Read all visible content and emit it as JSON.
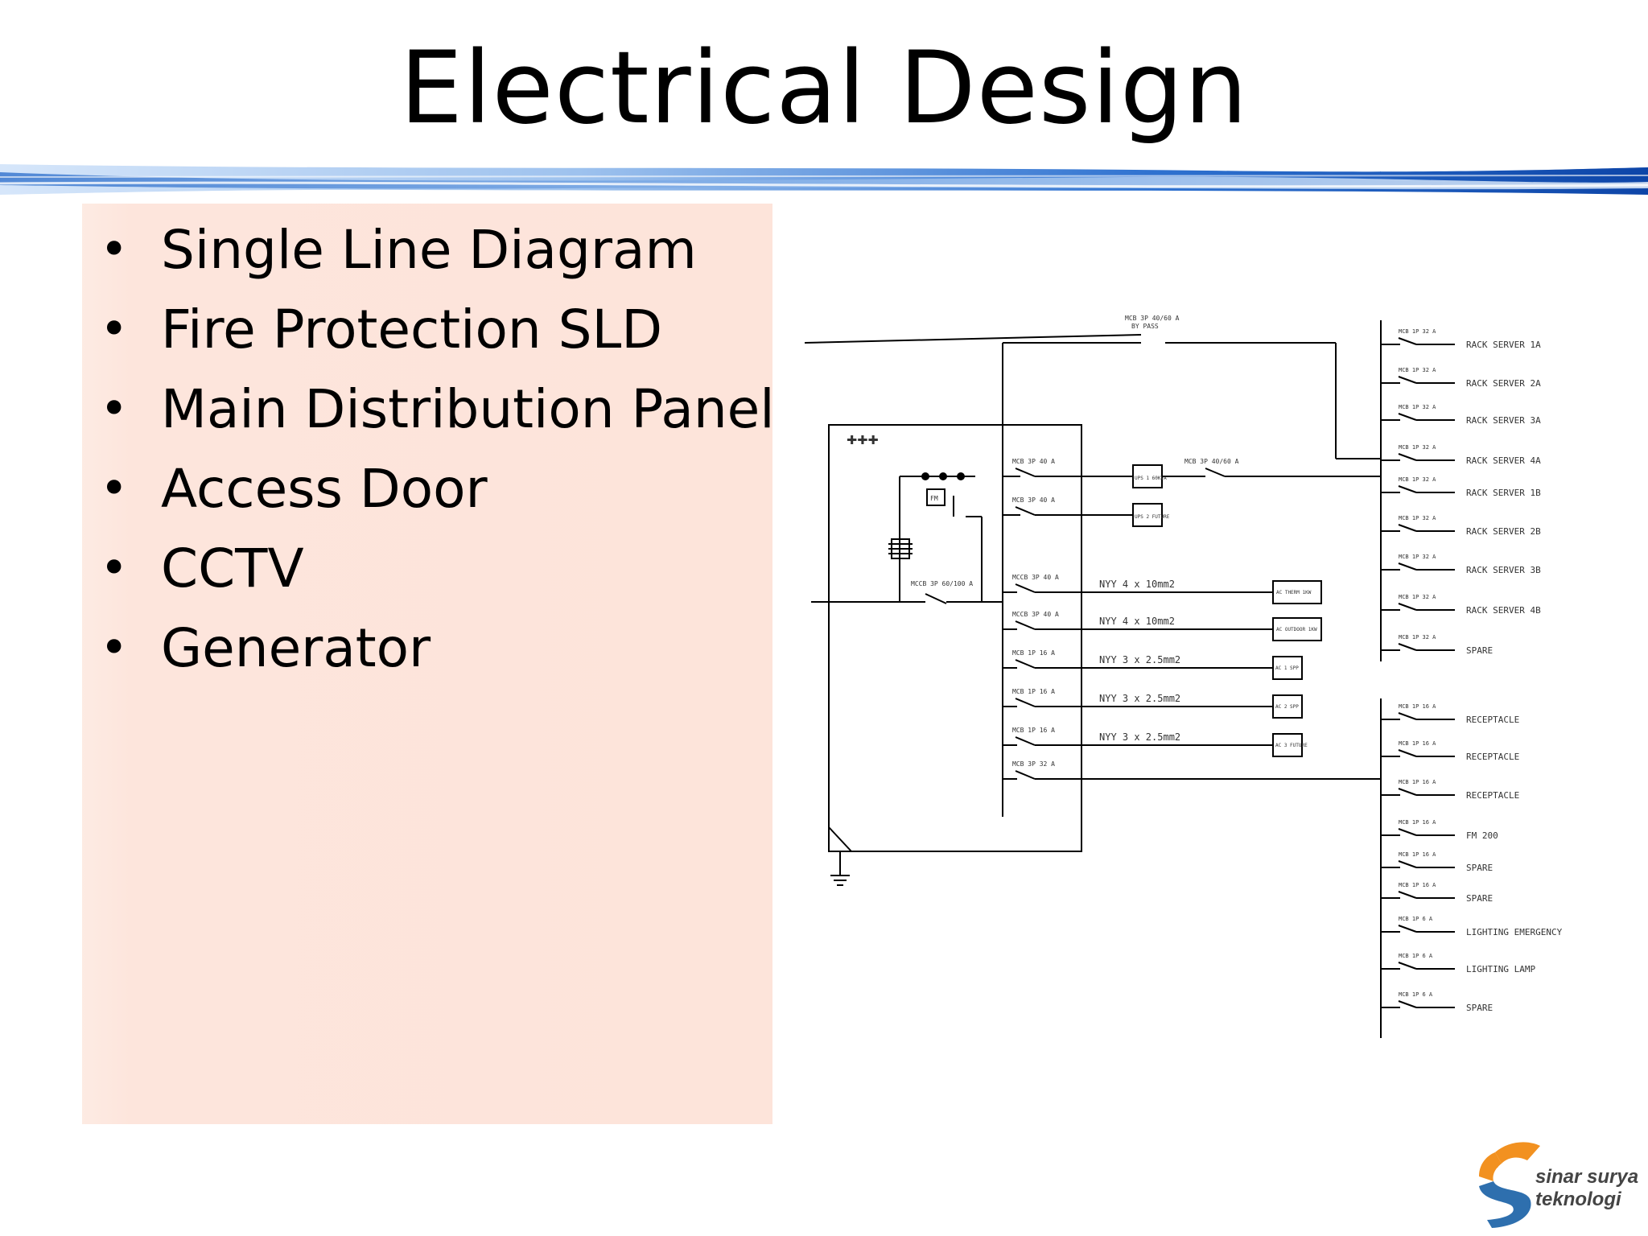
{
  "slide": {
    "title": "Electrical Design",
    "bullets": [
      "Single Line Diagram",
      "Fire Protection SLD",
      "Main Distribution Panel",
      "Access Door",
      "CCTV",
      "Generator"
    ]
  },
  "diagram": {
    "top_breaker_label": "MCB 3P 40/60 A",
    "top_breaker_sub": "BY PASS",
    "main_breaker_label": "MCCB 3P 60/100 A",
    "fm_label": "FM",
    "ups_breaker_label": "MCB 3P 40/60 A",
    "ups_boxes": [
      "UPS 1 60KVA",
      "UPS 2 FUTURE"
    ],
    "cables": [
      "NYY 4 x 10mm2",
      "NYY 4 x 10mm2",
      "NYY 3 x 2.5mm2",
      "NYY 3 x 2.5mm2",
      "NYY 3 x 2.5mm2"
    ],
    "load_boxes": [
      "AC THERM 1KW",
      "AC OUTDOOR 1KW",
      "AC 1 SPP",
      "AC 2 SPP",
      "AC 3 FUTURE"
    ],
    "panel_breakers": [
      "MCB 3P 40 A",
      "MCB 3P 40 A",
      "MCCB 3P 40 A",
      "MCCB 3P 40 A",
      "MCB 1P 16 A",
      "MCB 1P 16 A",
      "MCB 1P 16 A",
      "MCB 3P 32 A"
    ],
    "ups_circuits": [
      "RACK SERVER 1A",
      "RACK SERVER 2A",
      "RACK SERVER 3A",
      "RACK SERVER 4A",
      "RACK SERVER 1B",
      "RACK SERVER 2B",
      "RACK SERVER 3B",
      "RACK SERVER 4B",
      "SPARE"
    ],
    "ups_breakers": [
      "MCB 1P 32 A",
      "MCB 1P 32 A",
      "MCB 1P 32 A",
      "MCB 1P 32 A",
      "MCB 1P 32 A",
      "MCB 1P 32 A",
      "MCB 1P 32 A",
      "MCB 1P 32 A",
      "MCB 1P 32 A"
    ],
    "sub_circuits": [
      "RECEPTACLE",
      "RECEPTACLE",
      "RECEPTACLE",
      "FM 200",
      "SPARE",
      "SPARE",
      "LIGHTING EMERGENCY",
      "LIGHTING LAMP",
      "SPARE"
    ],
    "sub_breakers": [
      "MCB 1P 16 A",
      "MCB 1P 16 A",
      "MCB 1P 16 A",
      "MCB 1P 16 A",
      "MCB 1P 16 A",
      "MCB 1P 16 A",
      "MCB 1P 6 A",
      "MCB 1P 6 A",
      "MCB 1P 6 A"
    ]
  },
  "logo": {
    "line1": "sinar surya",
    "line2": "teknologi",
    "colors": {
      "orange": "#f29120",
      "blue": "#2e6fae",
      "text": "#444444"
    }
  },
  "colors": {
    "stripe_dark": "#1a57b8",
    "stripe_light": "#dbe9f9",
    "panel": "#fde4da"
  }
}
